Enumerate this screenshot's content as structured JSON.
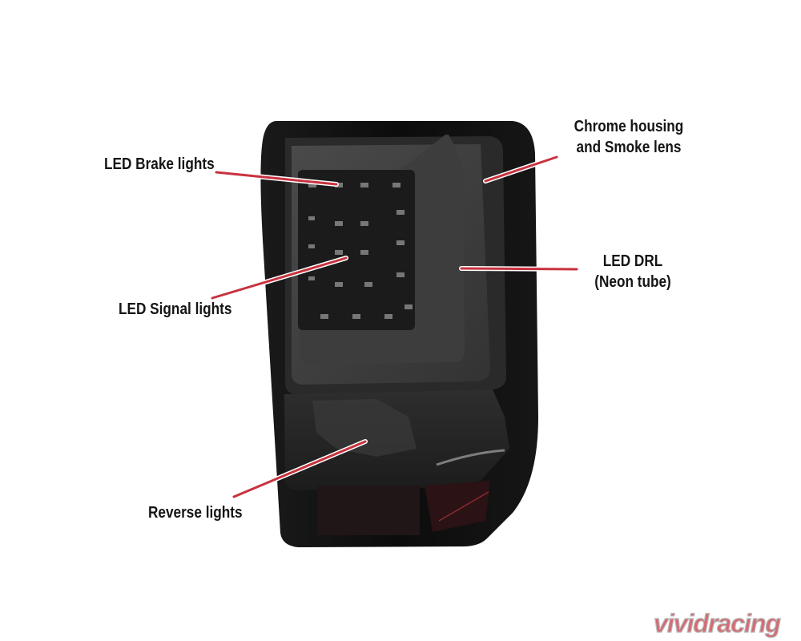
{
  "labels": {
    "brake": "LED Brake lights",
    "signal": "LED Signal lights",
    "reverse": "Reverse lights",
    "chrome_line1": "Chrome housing",
    "chrome_line2": "and Smoke lens",
    "drl_line1": "LED DRL",
    "drl_line2": "(Neon tube)"
  },
  "logo": {
    "text": "vividracing"
  },
  "colors": {
    "callout_line": "#c8323f",
    "housing": "#111111",
    "label_text": "#151515",
    "logo": "#d66a72"
  }
}
